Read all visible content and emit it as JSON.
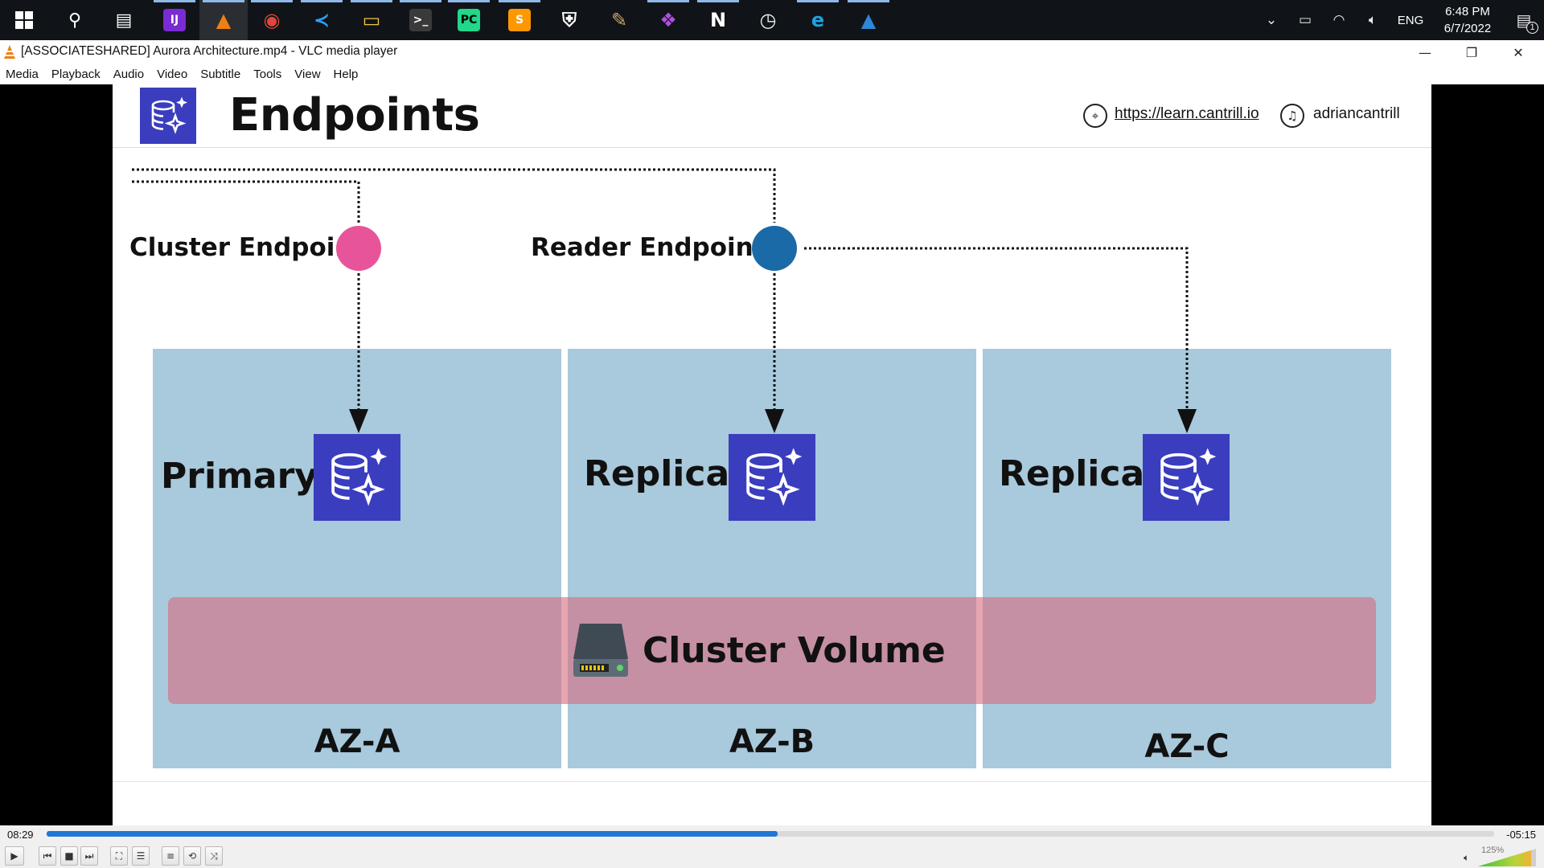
{
  "taskbar": {
    "start_icon": "windows-start-icon",
    "apps": [
      {
        "name": "search-icon",
        "glyph": "⚲"
      },
      {
        "name": "task-view-icon",
        "glyph": "▤"
      },
      {
        "name": "intellij-icon",
        "glyph": "IJ",
        "color": "#7a2bd1"
      },
      {
        "name": "vlc-icon",
        "glyph": "▲",
        "color": "#f07f12"
      },
      {
        "name": "chrome-icon",
        "glyph": "◉",
        "color": "#e0463b"
      },
      {
        "name": "vscode-icon",
        "glyph": "≺",
        "color": "#2aa0f0"
      },
      {
        "name": "file-explorer-icon",
        "glyph": "▭",
        "color": "#f2c443"
      },
      {
        "name": "terminal-icon",
        "glyph": ">_",
        "color": "#3a3a3a"
      },
      {
        "name": "pycharm-icon",
        "glyph": "PC",
        "color": "#21d789"
      },
      {
        "name": "sublime-icon",
        "glyph": "S",
        "color": "#ff9800"
      },
      {
        "name": "security-shield-icon",
        "glyph": "⛨",
        "color": "#ffffff"
      },
      {
        "name": "notes-app-icon",
        "glyph": "✎",
        "color": "#c9a66b"
      },
      {
        "name": "media-app-icon",
        "glyph": "❖",
        "color": "#b04fe0"
      },
      {
        "name": "notion-icon",
        "glyph": "N",
        "color": "#ffffff"
      },
      {
        "name": "clock-app-icon",
        "glyph": "◷",
        "color": "#eeeeee"
      },
      {
        "name": "edge-icon",
        "glyph": "e",
        "color": "#1fa3e0"
      },
      {
        "name": "photos-icon",
        "glyph": "▲",
        "color": "#2f86d6"
      }
    ],
    "tray": {
      "chevron_icon": "chevron-up-icon",
      "battery_icon": "battery-icon",
      "wifi_icon": "wifi-icon",
      "volume_icon": "speaker-icon",
      "language": "ENG",
      "time": "6:48 PM",
      "date": "6/7/2022",
      "notification_count": "1"
    }
  },
  "window": {
    "title": "[ASSOCIATESHARED] Aurora Architecture.mp4 - VLC media player",
    "minimize_glyph": "—",
    "maximize_glyph": "❐",
    "close_glyph": "✕"
  },
  "menu": [
    "Media",
    "Playback",
    "Audio",
    "Video",
    "Subtitle",
    "Tools",
    "View",
    "Help"
  ],
  "slide": {
    "title": "Endpoints",
    "url": "https://learn.cantrill.io",
    "twitter": "adriancantrill",
    "cluster_endpoint_label": "Cluster Endpoint",
    "reader_endpoint_label": "Reader Endpoint",
    "cluster_endpoint_color": "#e8549a",
    "reader_endpoint_color": "#1a6aa8",
    "instances": [
      {
        "label": "Primary",
        "az": "AZ-A"
      },
      {
        "label": "Replica",
        "az": "AZ-B"
      },
      {
        "label": "Replica",
        "az": "AZ-C"
      }
    ],
    "volume_label": "Cluster Volume",
    "az_color": "#a9c9dc",
    "db_icon_color": "#3b3dbf"
  },
  "player": {
    "elapsed": "08:29",
    "remaining": "-05:15",
    "progress_fraction": 0.505,
    "volume_percent": "125%",
    "buttons": [
      {
        "name": "play-button",
        "glyph": "▶"
      },
      {
        "name": "previous-button",
        "glyph": "⏮"
      },
      {
        "name": "stop-button",
        "glyph": "■"
      },
      {
        "name": "next-button",
        "glyph": "⏭"
      },
      {
        "name": "fullscreen-button",
        "glyph": "⛶"
      },
      {
        "name": "extended-settings-button",
        "glyph": "☰"
      },
      {
        "name": "playlist-button",
        "glyph": "≡"
      },
      {
        "name": "loop-button",
        "glyph": "⟲"
      },
      {
        "name": "shuffle-button",
        "glyph": "⤨"
      }
    ]
  }
}
